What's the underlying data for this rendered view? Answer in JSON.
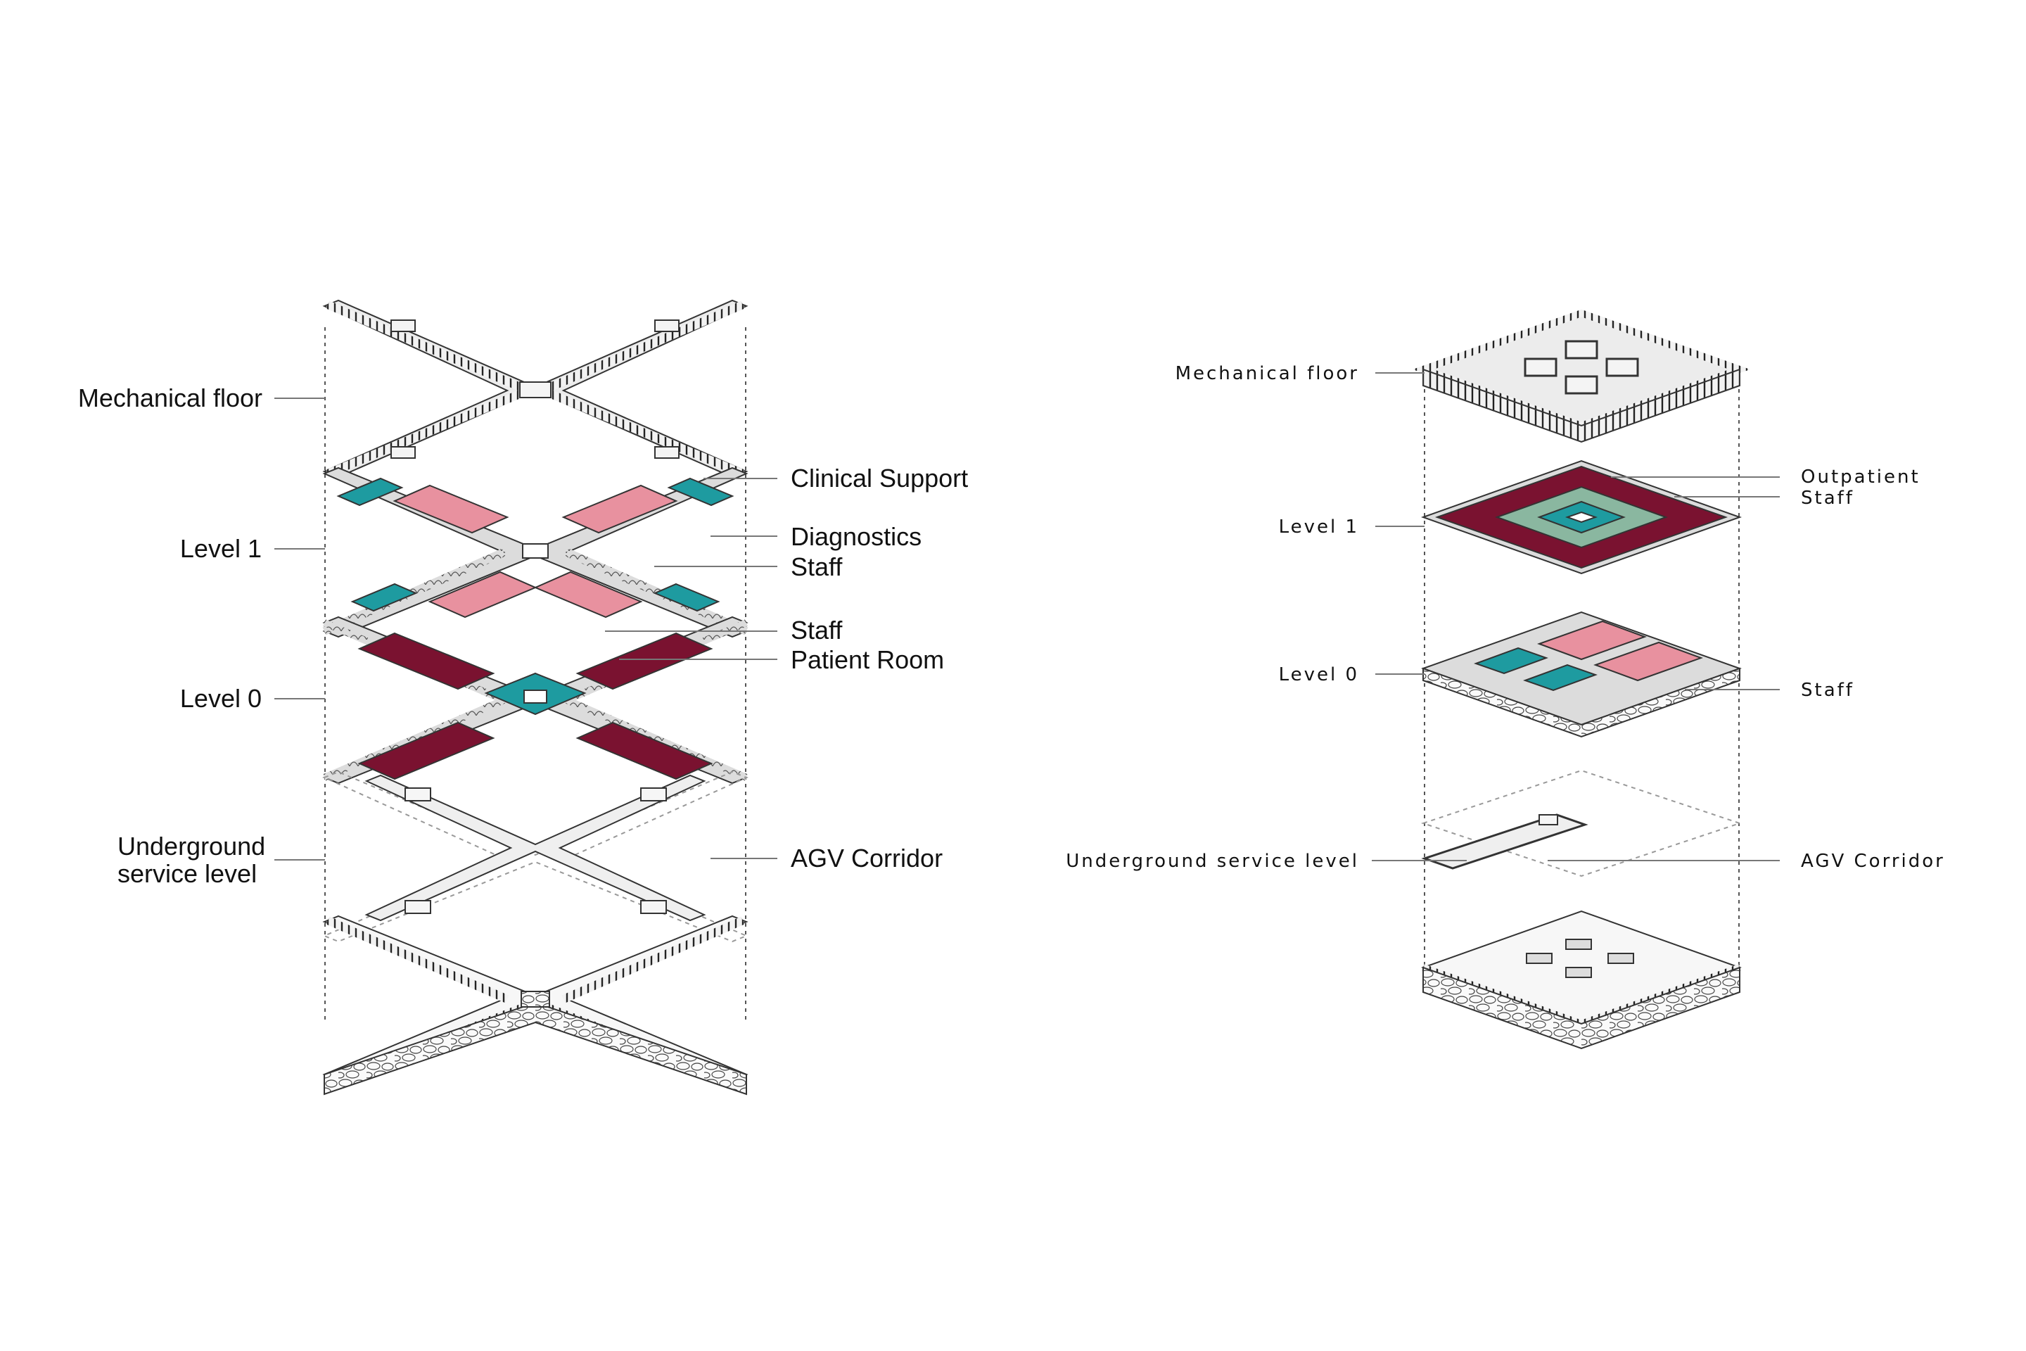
{
  "left_diagram": {
    "labels": {
      "mechanical_floor": "Mechanical floor",
      "level_1": "Level 1",
      "level_0": "Level 0",
      "underground_line1": "Underground",
      "underground_line2": "service level",
      "clinical_support": "Clinical Support",
      "diagnostics": "Diagnostics",
      "staff_level1": "Staff",
      "staff_level0": "Staff",
      "patient_room": "Patient Room",
      "agv_corridor": "AGV Corridor"
    }
  },
  "right_diagram": {
    "labels": {
      "mechanical_floor": "Mechanical floor",
      "level_1": "Level 1",
      "level_0": "Level 0",
      "underground": "Underground service level",
      "outpatient": "Outpatient",
      "staff_level1": "Staff",
      "staff_level0": "Staff",
      "agv_corridor": "AGV Corridor"
    }
  },
  "colors": {
    "clinical_support": "#e8919f",
    "diagnostics": "#e8919f",
    "staff": "#1e9ba0",
    "patient_room": "#7a1230",
    "outpatient": "#8ab7a0",
    "slab": "#e7e7e7",
    "lines": "#333333"
  }
}
